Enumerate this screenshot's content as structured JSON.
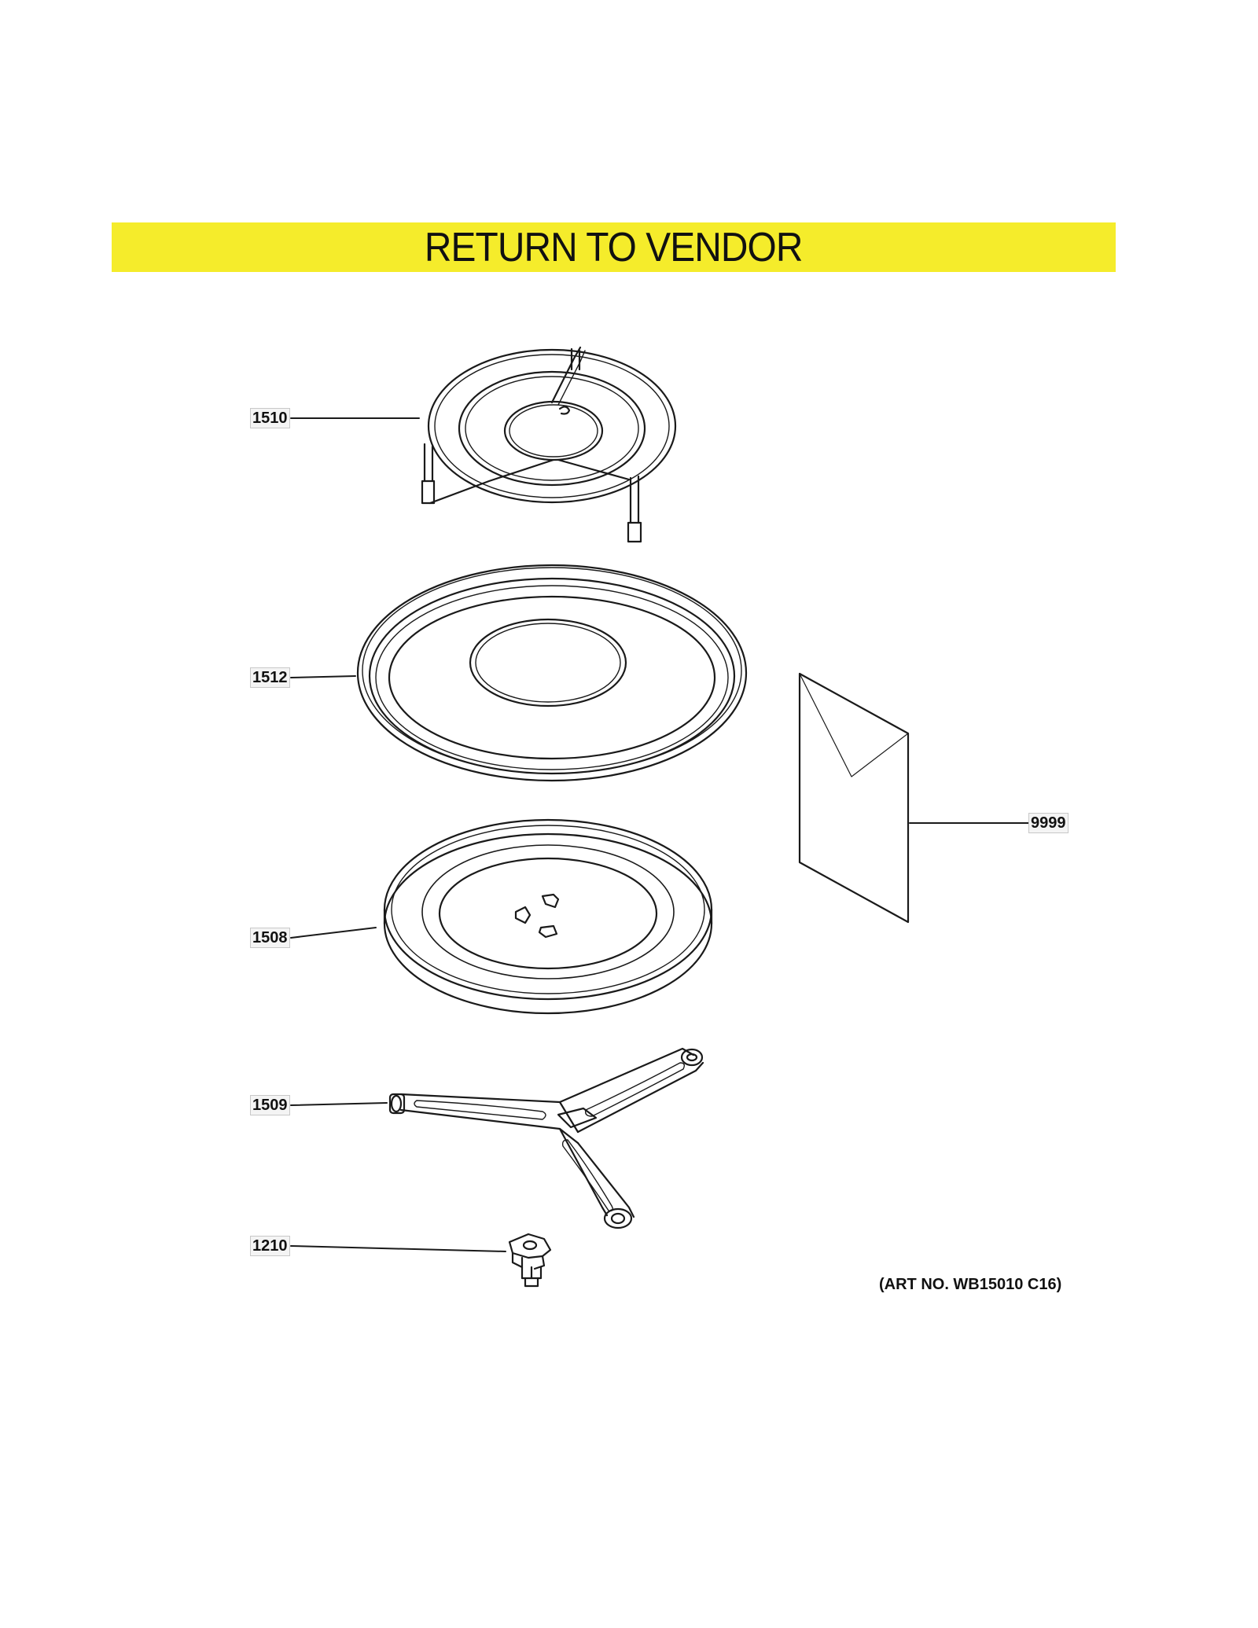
{
  "banner": {
    "text": "RETURN TO VENDOR",
    "color": "#f5ec2b"
  },
  "parts": [
    {
      "number": "1510",
      "part": "rack-icon"
    },
    {
      "number": "1512",
      "part": "tray-ring-icon"
    },
    {
      "number": "1508",
      "part": "turntable-tray-icon"
    },
    {
      "number": "1509",
      "part": "roller-support-icon"
    },
    {
      "number": "1210",
      "part": "coupler-icon"
    },
    {
      "number": "9999",
      "part": "literature-envelope-icon"
    }
  ],
  "art_number": "(ART NO. WB15010 C16)"
}
